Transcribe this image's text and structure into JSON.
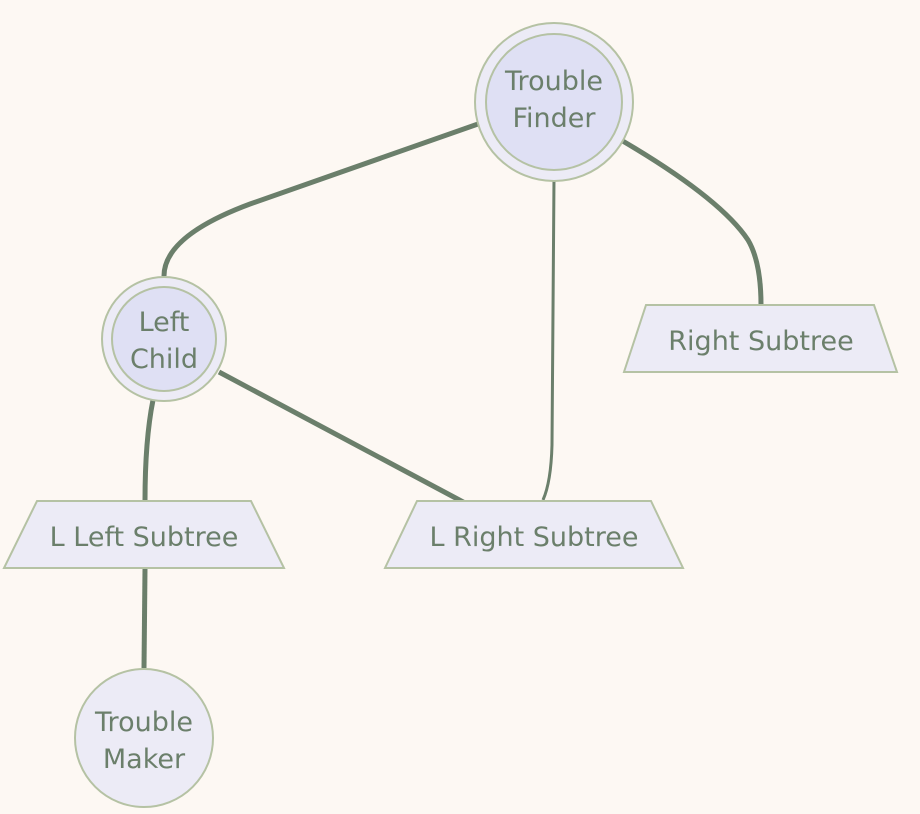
{
  "colors": {
    "background": "#fdf8f3",
    "node_fill": "#ecebf6",
    "node_inner_fill": "#dfe0f4",
    "node_stroke": "#b5c2a4",
    "edge": "#6b7f6b",
    "text": "#6b7f6b"
  },
  "nodes": {
    "trouble_finder": {
      "line1": "Trouble",
      "line2": "Finder",
      "shape": "double-circle"
    },
    "left_child": {
      "line1": "Left",
      "line2": "Child",
      "shape": "double-circle"
    },
    "right_subtree": {
      "label": "Right Subtree",
      "shape": "trapezoid"
    },
    "l_left_subtree": {
      "label": "L Left Subtree",
      "shape": "trapezoid"
    },
    "l_right_subtree": {
      "label": "L Right Subtree",
      "shape": "trapezoid"
    },
    "trouble_maker": {
      "line1": "Trouble",
      "line2": "Maker",
      "shape": "circle"
    }
  },
  "edges": [
    {
      "from": "trouble_finder",
      "to": "left_child"
    },
    {
      "from": "trouble_finder",
      "to": "l_right_subtree"
    },
    {
      "from": "trouble_finder",
      "to": "right_subtree"
    },
    {
      "from": "left_child",
      "to": "l_left_subtree"
    },
    {
      "from": "left_child",
      "to": "l_right_subtree"
    },
    {
      "from": "l_left_subtree",
      "to": "trouble_maker"
    }
  ]
}
